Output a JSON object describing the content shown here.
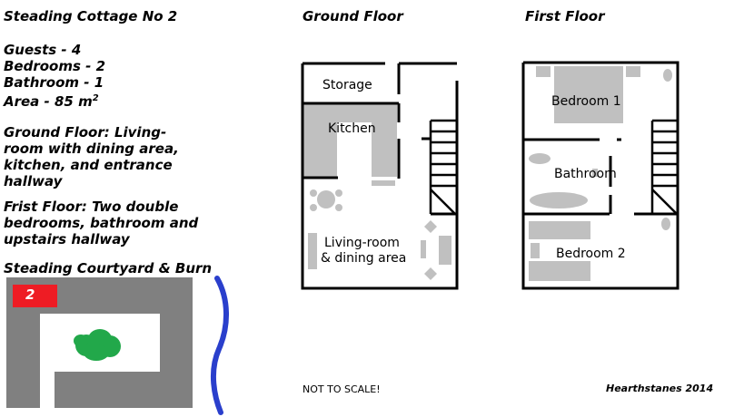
{
  "title": "Steading Cottage No 2",
  "stats": {
    "guests": "Guests - 4",
    "bedrooms": "Bedrooms - 2",
    "bathroom": "Bathroom - 1",
    "area": "Area -  85 m",
    "area_sup": "2"
  },
  "ground_floor_desc": [
    "Ground Floor: Living-",
    "room with dining area,",
    "kitchen, and entrance",
    "hallway"
  ],
  "first_floor_desc": [
    "Frist Floor: Two double",
    "bedrooms, bathroom and",
    "upstairs hallway"
  ],
  "courtyard_title": "Steading Courtyard & Burn",
  "courtyard_badge": "2",
  "ground_floor": {
    "title": "Ground Floor",
    "rooms": {
      "storage": "Storage",
      "kitchen": "Kitchen",
      "living_1": "Living-room",
      "living_2": "& dining area"
    }
  },
  "first_floor": {
    "title": "First Floor",
    "rooms": {
      "bedroom1": "Bedroom 1",
      "bathroom": "Bathroom",
      "bedroom2": "Bedroom 2"
    }
  },
  "footer": {
    "note": "NOT TO SCALE!",
    "credit": "Hearthstanes 2014"
  },
  "colors": {
    "furniture": "#c0c0c0",
    "courtyard": "#808080",
    "badge": "#ee1c24",
    "tree": "#22a84a",
    "burn": "#2a3fcc"
  }
}
